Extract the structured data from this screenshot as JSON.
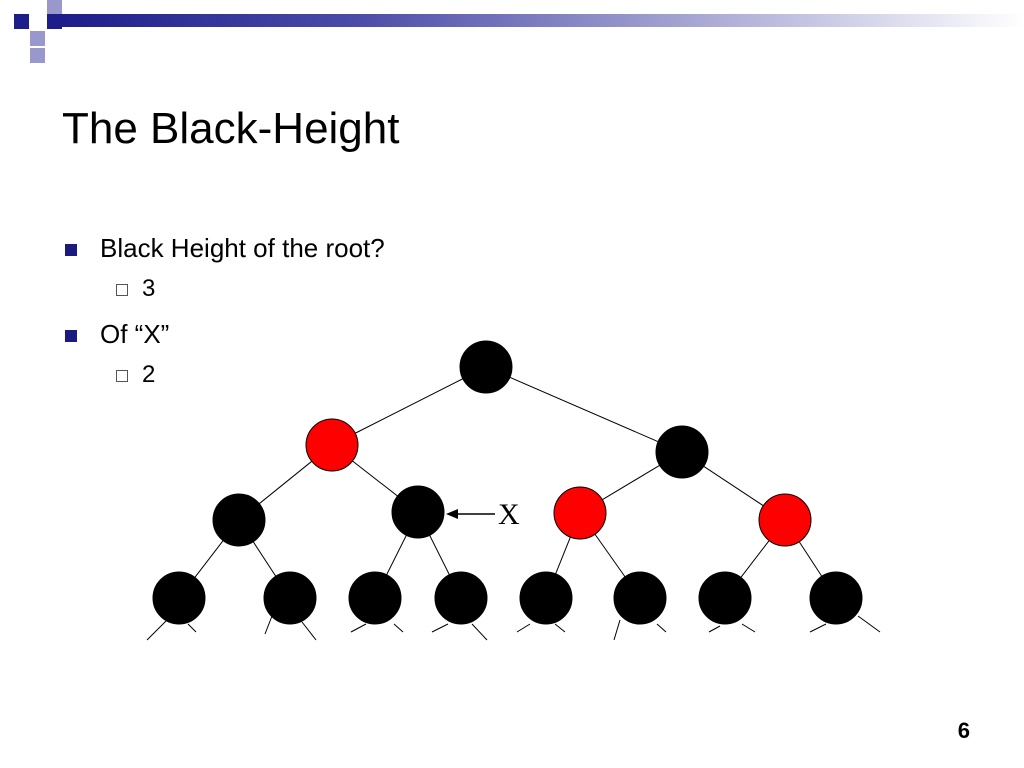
{
  "slide": {
    "title": "The Black-Height",
    "page_number": "6"
  },
  "bullets": [
    {
      "text": "Black Height of the root?",
      "sub": "3"
    },
    {
      "text": "Of “X”",
      "sub": "2"
    }
  ],
  "tree": {
    "pointer_label": "X",
    "colors": {
      "black": "#000000",
      "red": "#ff0000",
      "edge": "#000000"
    },
    "nodes": [
      {
        "id": "root",
        "color": "black"
      },
      {
        "id": "L",
        "color": "red"
      },
      {
        "id": "R",
        "color": "black"
      },
      {
        "id": "LL",
        "color": "black"
      },
      {
        "id": "LR",
        "color": "black",
        "marked": true
      },
      {
        "id": "RL",
        "color": "red"
      },
      {
        "id": "RR",
        "color": "red"
      },
      {
        "id": "LLL",
        "color": "black"
      },
      {
        "id": "LLR",
        "color": "black"
      },
      {
        "id": "LRL",
        "color": "black"
      },
      {
        "id": "LRR",
        "color": "black"
      },
      {
        "id": "RLL",
        "color": "black"
      },
      {
        "id": "RLR",
        "color": "black"
      },
      {
        "id": "RRL",
        "color": "black"
      },
      {
        "id": "RRR",
        "color": "black"
      }
    ],
    "edges": [
      [
        "root",
        "L"
      ],
      [
        "root",
        "R"
      ],
      [
        "L",
        "LL"
      ],
      [
        "L",
        "LR"
      ],
      [
        "R",
        "RL"
      ],
      [
        "R",
        "RR"
      ],
      [
        "LL",
        "LLL"
      ],
      [
        "LL",
        "LLR"
      ],
      [
        "LR",
        "LRL"
      ],
      [
        "LR",
        "LRR"
      ],
      [
        "RL",
        "RLL"
      ],
      [
        "RL",
        "RLR"
      ],
      [
        "RR",
        "RRL"
      ],
      [
        "RR",
        "RRR"
      ]
    ]
  },
  "decor": {
    "accent_dark": "#1e1e8a",
    "accent_light": "#9898cc"
  }
}
